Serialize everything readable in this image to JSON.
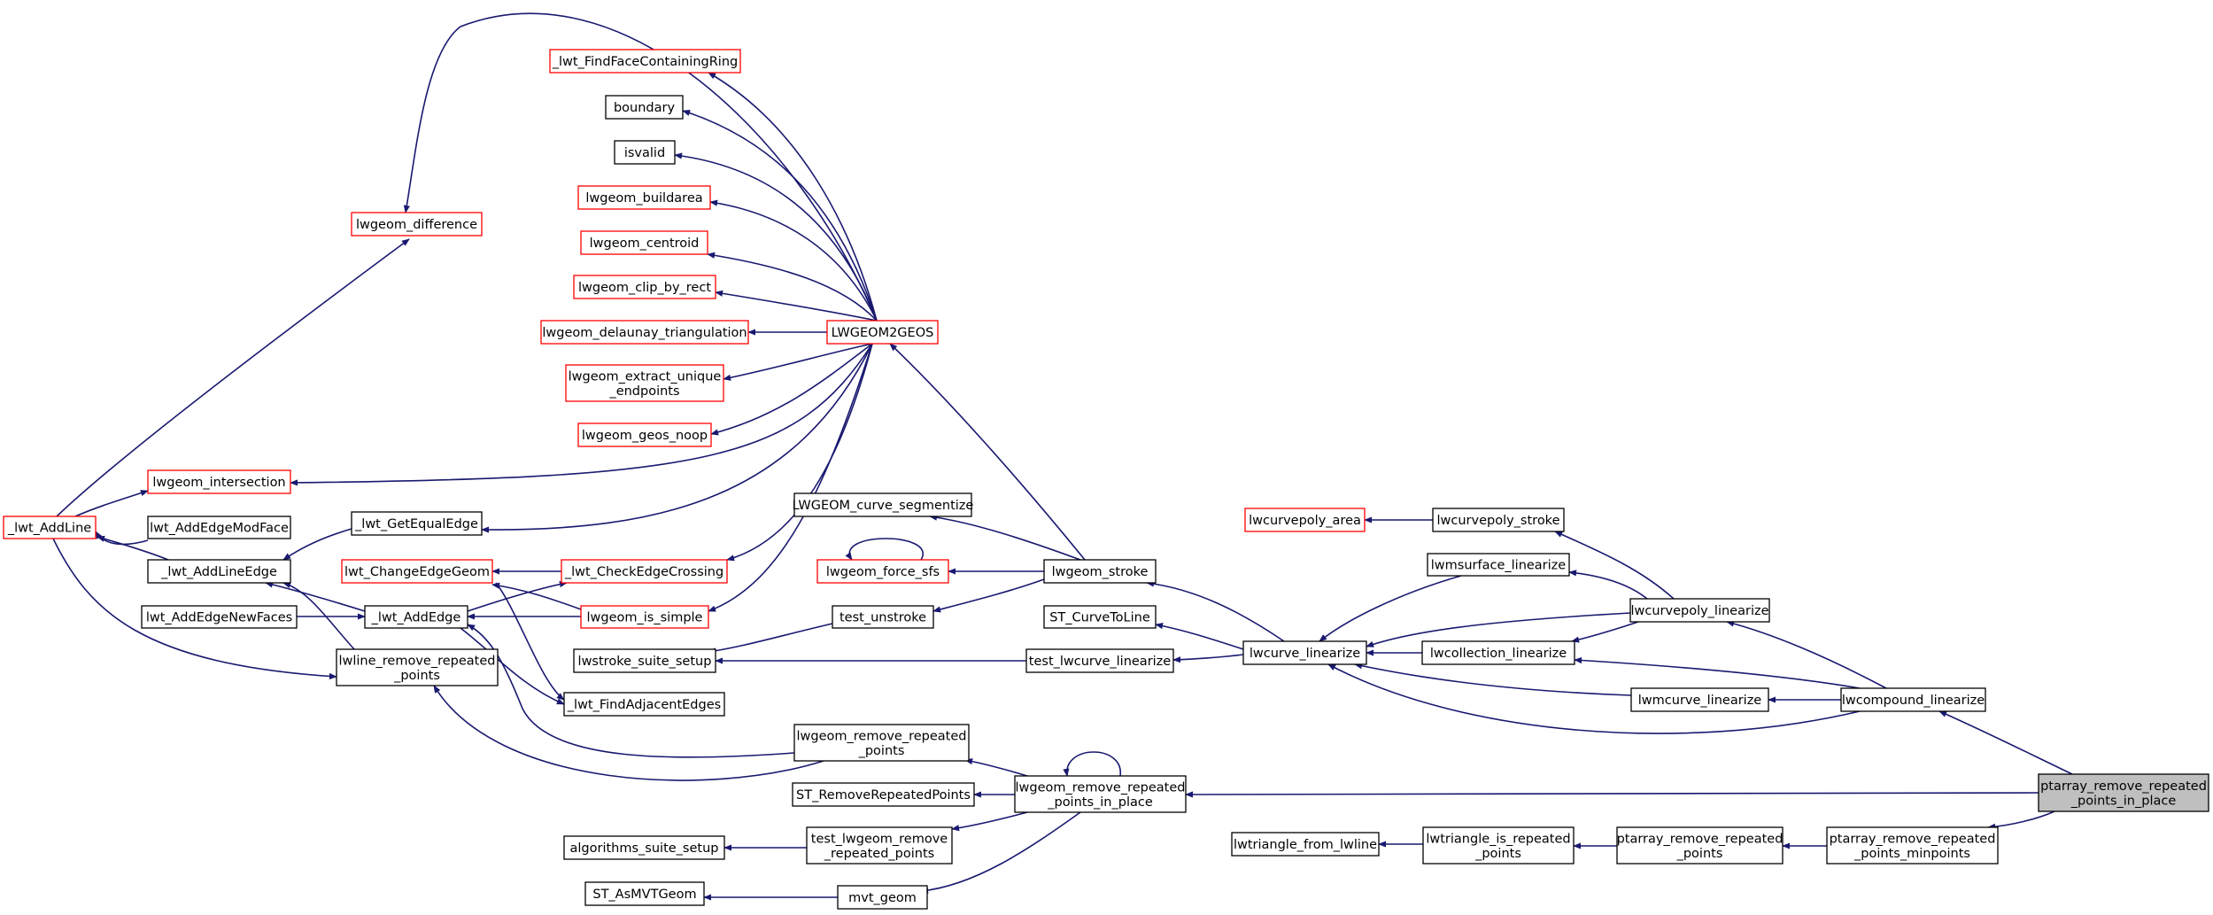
{
  "nodes": [
    {
      "id": "lwt_AddLine",
      "lines": [
        "_lwt_AddLine"
      ],
      "style": "red"
    },
    {
      "id": "lwgeom_difference",
      "lines": [
        "lwgeom_difference"
      ],
      "style": "red"
    },
    {
      "id": "lwgeom_intersection",
      "lines": [
        "lwgeom_intersection"
      ],
      "style": "red"
    },
    {
      "id": "lwt_AddEdgeModFace",
      "lines": [
        "lwt_AddEdgeModFace"
      ],
      "style": "black"
    },
    {
      "id": "lwt_AddLineEdge",
      "lines": [
        "_lwt_AddLineEdge"
      ],
      "style": "black"
    },
    {
      "id": "lwt_AddEdgeNewFaces",
      "lines": [
        "lwt_AddEdgeNewFaces"
      ],
      "style": "black"
    },
    {
      "id": "lwt_AddEdge",
      "lines": [
        "_lwt_AddEdge"
      ],
      "style": "black"
    },
    {
      "id": "lwt_GetEqualEdge",
      "lines": [
        "_lwt_GetEqualEdge"
      ],
      "style": "black"
    },
    {
      "id": "lwt_ChangeEdgeGeom",
      "lines": [
        "lwt_ChangeEdgeGeom"
      ],
      "style": "red"
    },
    {
      "id": "lwline_remove_repeated_points",
      "lines": [
        "lwline_remove_repeated",
        "_points"
      ],
      "style": "black"
    },
    {
      "id": "lwstroke_suite_setup",
      "lines": [
        "lwstroke_suite_setup"
      ],
      "style": "black"
    },
    {
      "id": "algorithms_suite_setup",
      "lines": [
        "algorithms_suite_setup"
      ],
      "style": "black"
    },
    {
      "id": "ST_AsMVTGeom",
      "lines": [
        "ST_AsMVTGeom"
      ],
      "style": "black"
    },
    {
      "id": "lwt_FindFaceContainingRing",
      "lines": [
        "_lwt_FindFaceContainingRing"
      ],
      "style": "red"
    },
    {
      "id": "boundary",
      "lines": [
        "boundary"
      ],
      "style": "black"
    },
    {
      "id": "isvalid",
      "lines": [
        "isvalid"
      ],
      "style": "black"
    },
    {
      "id": "lwgeom_buildarea",
      "lines": [
        "lwgeom_buildarea"
      ],
      "style": "red"
    },
    {
      "id": "lwgeom_centroid",
      "lines": [
        "lwgeom_centroid"
      ],
      "style": "red"
    },
    {
      "id": "lwgeom_clip_by_rect",
      "lines": [
        "lwgeom_clip_by_rect"
      ],
      "style": "red"
    },
    {
      "id": "lwgeom_delaunay_triangulation",
      "lines": [
        "lwgeom_delaunay_triangulation"
      ],
      "style": "red"
    },
    {
      "id": "lwgeom_extract_unique_endpoints",
      "lines": [
        "lwgeom_extract_unique",
        "_endpoints"
      ],
      "style": "red"
    },
    {
      "id": "lwgeom_geos_noop",
      "lines": [
        "lwgeom_geos_noop"
      ],
      "style": "red"
    },
    {
      "id": "lwt_CheckEdgeCrossing",
      "lines": [
        "_lwt_CheckEdgeCrossing"
      ],
      "style": "red"
    },
    {
      "id": "lwgeom_is_simple",
      "lines": [
        "lwgeom_is_simple"
      ],
      "style": "red"
    },
    {
      "id": "LWGEOM2GEOS",
      "lines": [
        "LWGEOM2GEOS"
      ],
      "style": "red"
    },
    {
      "id": "LWGEOM_curve_segmentize",
      "lines": [
        "LWGEOM_curve_segmentize"
      ],
      "style": "black"
    },
    {
      "id": "lwgeom_force_sfs",
      "lines": [
        "lwgeom_force_sfs"
      ],
      "style": "red"
    },
    {
      "id": "test_unstroke",
      "lines": [
        "test_unstroke"
      ],
      "style": "black"
    },
    {
      "id": "lwt_FindAdjacentEdges",
      "lines": [
        "_lwt_FindAdjacentEdges"
      ],
      "style": "black"
    },
    {
      "id": "lwgeom_remove_repeated_points",
      "lines": [
        "lwgeom_remove_repeated",
        "_points"
      ],
      "style": "black"
    },
    {
      "id": "ST_RemoveRepeatedPoints",
      "lines": [
        "ST_RemoveRepeatedPoints"
      ],
      "style": "black"
    },
    {
      "id": "test_lwgeom_remove_repeated_points",
      "lines": [
        "test_lwgeom_remove",
        "_repeated_points"
      ],
      "style": "black"
    },
    {
      "id": "mvt_geom",
      "lines": [
        "mvt_geom"
      ],
      "style": "black"
    },
    {
      "id": "lwgeom_stroke",
      "lines": [
        "lwgeom_stroke"
      ],
      "style": "black"
    },
    {
      "id": "ST_CurveToLine",
      "lines": [
        "ST_CurveToLine"
      ],
      "style": "black"
    },
    {
      "id": "test_lwcurve_linearize",
      "lines": [
        "test_lwcurve_linearize"
      ],
      "style": "black"
    },
    {
      "id": "lwgeom_remove_repeated_points_in_place",
      "lines": [
        "lwgeom_remove_repeated",
        "_points_in_place"
      ],
      "style": "black"
    },
    {
      "id": "lwtriangle_from_lwline",
      "lines": [
        "lwtriangle_from_lwline"
      ],
      "style": "black"
    },
    {
      "id": "lwcurve_linearize",
      "lines": [
        "lwcurve_linearize"
      ],
      "style": "black"
    },
    {
      "id": "lwtriangle_is_repeated_points",
      "lines": [
        "lwtriangle_is_repeated",
        "_points"
      ],
      "style": "black"
    },
    {
      "id": "lwcurvepoly_area",
      "lines": [
        "lwcurvepoly_area"
      ],
      "style": "red"
    },
    {
      "id": "lwcurvepoly_stroke",
      "lines": [
        "lwcurvepoly_stroke"
      ],
      "style": "black"
    },
    {
      "id": "lwmsurface_linearize",
      "lines": [
        "lwmsurface_linearize"
      ],
      "style": "black"
    },
    {
      "id": "lwcollection_linearize",
      "lines": [
        "lwcollection_linearize"
      ],
      "style": "black"
    },
    {
      "id": "lwmcurve_linearize",
      "lines": [
        "lwmcurve_linearize"
      ],
      "style": "black"
    },
    {
      "id": "ptarray_remove_repeated_points",
      "lines": [
        "ptarray_remove_repeated",
        "_points"
      ],
      "style": "black"
    },
    {
      "id": "lwcurvepoly_linearize",
      "lines": [
        "lwcurvepoly_linearize"
      ],
      "style": "black"
    },
    {
      "id": "lwcompound_linearize",
      "lines": [
        "lwcompound_linearize"
      ],
      "style": "black"
    },
    {
      "id": "ptarray_remove_repeated_points_minpoints",
      "lines": [
        "ptarray_remove_repeated",
        "_points_minpoints"
      ],
      "style": "black"
    },
    {
      "id": "ptarray_remove_repeated_points_in_place",
      "lines": [
        "ptarray_remove_repeated",
        "_points_in_place"
      ],
      "style": "focus"
    }
  ],
  "edges": [
    [
      "lwt_AddLine",
      "lwgeom_difference"
    ],
    [
      "lwt_AddLine",
      "lwgeom_intersection"
    ],
    [
      "lwt_AddLine",
      "lwline_remove_repeated_points"
    ],
    [
      "lwt_AddEdgeModFace",
      "lwt_AddLineEdge"
    ],
    [
      "lwt_AddLineEdge",
      "lwt_AddLine"
    ],
    [
      "lwt_AddEdgeNewFaces",
      "lwt_AddEdge"
    ],
    [
      "lwt_AddEdge",
      "lwt_AddLineEdge"
    ],
    [
      "lwt_GetEqualEdge",
      "lwt_AddLineEdge"
    ],
    [
      "lwt_AddEdge",
      "lwt_CheckEdgeCrossing"
    ],
    [
      "lwt_AddEdge",
      "lwt_FindAdjacentEdges"
    ],
    [
      "lwt_ChangeEdgeGeom",
      "lwt_FindAdjacentEdges"
    ],
    [
      "lwgeom_is_simple",
      "lwt_AddEdge"
    ],
    [
      "lwgeom_is_simple",
      "lwt_ChangeEdgeGeom"
    ],
    [
      "lwt_CheckEdgeCrossing",
      "lwt_ChangeEdgeGeom"
    ],
    [
      "lwline_remove_repeated_points",
      "lwt_AddLineEdge"
    ],
    [
      "lwgeom_remove_repeated_points",
      "lwline_remove_repeated_points"
    ],
    [
      "lwgeom_remove_repeated_points",
      "lwt_AddEdge"
    ],
    [
      "LWGEOM2GEOS",
      "lwgeom_difference"
    ],
    [
      "LWGEOM2GEOS",
      "lwt_FindFaceContainingRing"
    ],
    [
      "LWGEOM2GEOS",
      "boundary"
    ],
    [
      "LWGEOM2GEOS",
      "isvalid"
    ],
    [
      "LWGEOM2GEOS",
      "lwgeom_buildarea"
    ],
    [
      "LWGEOM2GEOS",
      "lwgeom_centroid"
    ],
    [
      "LWGEOM2GEOS",
      "lwgeom_clip_by_rect"
    ],
    [
      "LWGEOM2GEOS",
      "lwgeom_delaunay_triangulation"
    ],
    [
      "LWGEOM2GEOS",
      "lwgeom_extract_unique_endpoints"
    ],
    [
      "LWGEOM2GEOS",
      "lwgeom_geos_noop"
    ],
    [
      "LWGEOM2GEOS",
      "lwgeom_intersection"
    ],
    [
      "LWGEOM2GEOS",
      "lwt_GetEqualEdge"
    ],
    [
      "LWGEOM2GEOS",
      "lwt_CheckEdgeCrossing"
    ],
    [
      "LWGEOM2GEOS",
      "lwgeom_is_simple"
    ],
    [
      "lwgeom_stroke",
      "LWGEOM2GEOS"
    ],
    [
      "lwgeom_stroke",
      "LWGEOM_curve_segmentize"
    ],
    [
      "lwgeom_stroke",
      "lwgeom_force_sfs"
    ],
    [
      "lwgeom_force_sfs",
      "lwgeom_force_sfs"
    ],
    [
      "lwgeom_stroke",
      "test_unstroke"
    ],
    [
      "test_unstroke",
      "lwstroke_suite_setup"
    ],
    [
      "lwcurve_linearize",
      "lwgeom_stroke"
    ],
    [
      "lwcurve_linearize",
      "ST_CurveToLine"
    ],
    [
      "lwcurve_linearize",
      "test_lwcurve_linearize"
    ],
    [
      "test_lwcurve_linearize",
      "lwstroke_suite_setup"
    ],
    [
      "lwgeom_remove_repeated_points_in_place",
      "lwgeom_remove_repeated_points"
    ],
    [
      "lwgeom_remove_repeated_points_in_place",
      "lwgeom_remove_repeated_points_in_place"
    ],
    [
      "lwgeom_remove_repeated_points_in_place",
      "ST_RemoveRepeatedPoints"
    ],
    [
      "lwgeom_remove_repeated_points_in_place",
      "test_lwgeom_remove_repeated_points"
    ],
    [
      "lwgeom_remove_repeated_points_in_place",
      "mvt_geom"
    ],
    [
      "test_lwgeom_remove_repeated_points",
      "algorithms_suite_setup"
    ],
    [
      "mvt_geom",
      "ST_AsMVTGeom"
    ],
    [
      "lwtriangle_is_repeated_points",
      "lwtriangle_from_lwline"
    ],
    [
      "ptarray_remove_repeated_points",
      "lwtriangle_is_repeated_points"
    ],
    [
      "lwcurvepoly_stroke",
      "lwcurvepoly_area"
    ],
    [
      "lwcurvepoly_linearize",
      "lwcurvepoly_stroke"
    ],
    [
      "lwcurvepoly_linearize",
      "lwmsurface_linearize"
    ],
    [
      "lwcurvepoly_linearize",
      "lwcurve_linearize"
    ],
    [
      "lwcurvepoly_linearize",
      "lwcollection_linearize"
    ],
    [
      "lwmsurface_linearize",
      "lwcurve_linearize"
    ],
    [
      "lwcollection_linearize",
      "lwcurve_linearize"
    ],
    [
      "lwmcurve_linearize",
      "lwcurve_linearize"
    ],
    [
      "lwcompound_linearize",
      "lwcurvepoly_linearize"
    ],
    [
      "lwcompound_linearize",
      "lwcollection_linearize"
    ],
    [
      "lwcompound_linearize",
      "lwmcurve_linearize"
    ],
    [
      "lwcompound_linearize",
      "lwcurve_linearize"
    ],
    [
      "ptarray_remove_repeated_points_minpoints",
      "ptarray_remove_repeated_points"
    ],
    [
      "ptarray_remove_repeated_points_in_place",
      "lwcompound_linearize"
    ],
    [
      "ptarray_remove_repeated_points_in_place",
      "lwgeom_remove_repeated_points_in_place"
    ],
    [
      "ptarray_remove_repeated_points_in_place",
      "ptarray_remove_repeated_points_minpoints"
    ]
  ],
  "colors": {
    "edge": "#191970",
    "red_border": "#ff0000",
    "black_border": "#000000",
    "focus_fill": "#bfbfbf",
    "node_fill": "#ffffff"
  }
}
